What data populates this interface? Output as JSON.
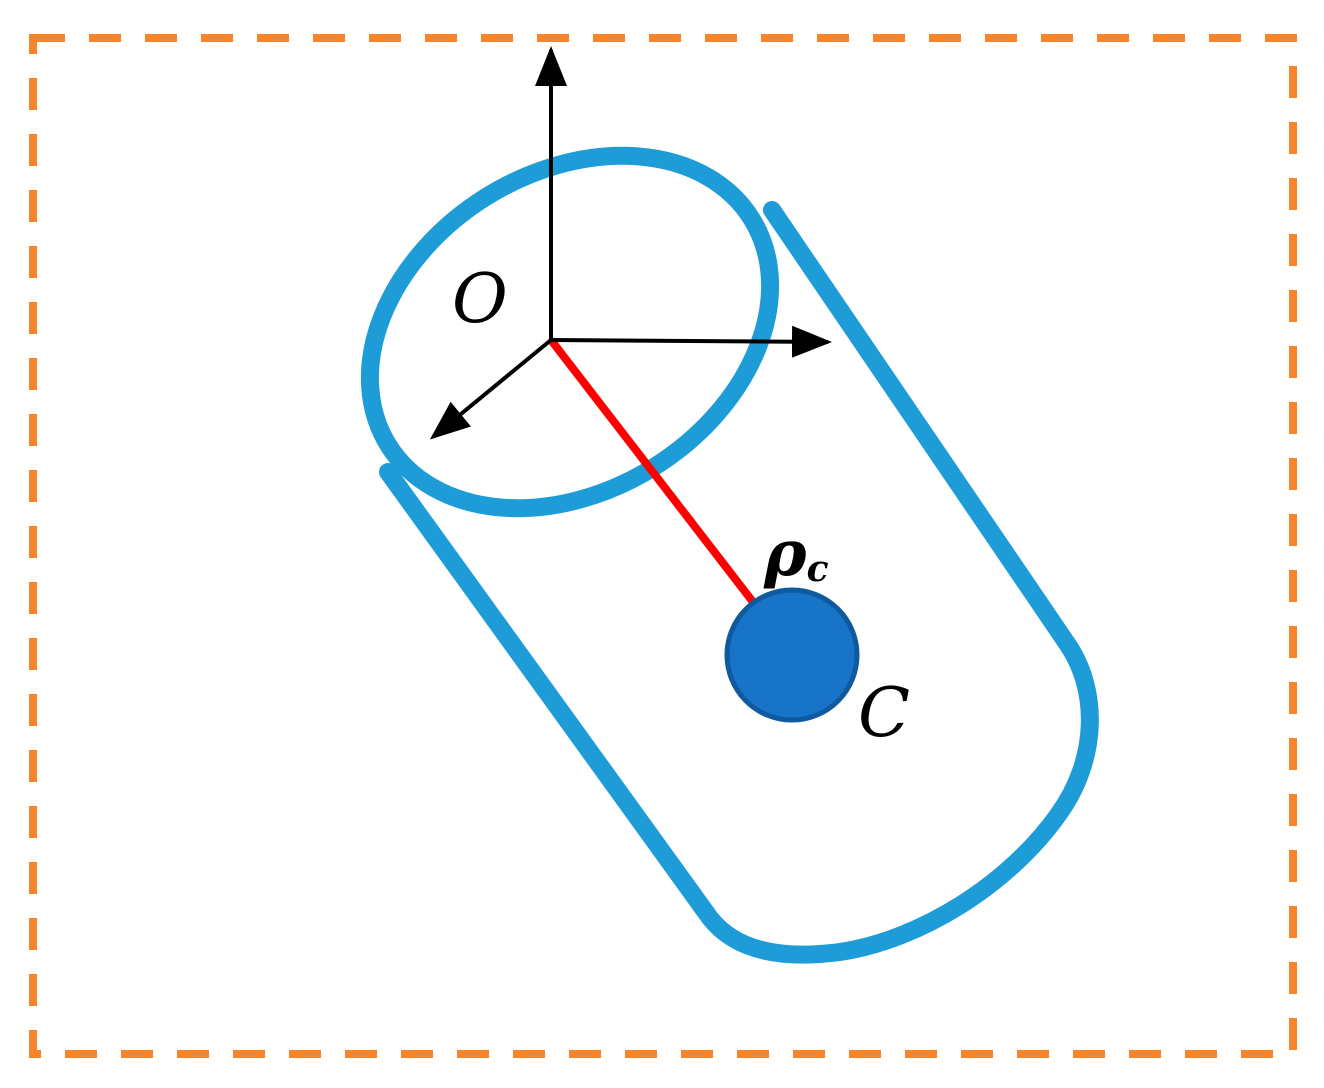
{
  "labels": {
    "origin": "O",
    "center": "C",
    "rho": "ρ",
    "rho_subscript": "c"
  },
  "colors": {
    "frame": "#F5842A",
    "cylinder": "#1E9CD8",
    "axes": "#000000",
    "vector": "#FF0000",
    "center_fill": "#1874C8",
    "center_stroke": "#0F5A9E"
  },
  "icons": {
    "axis_arrow": "arrowhead"
  }
}
